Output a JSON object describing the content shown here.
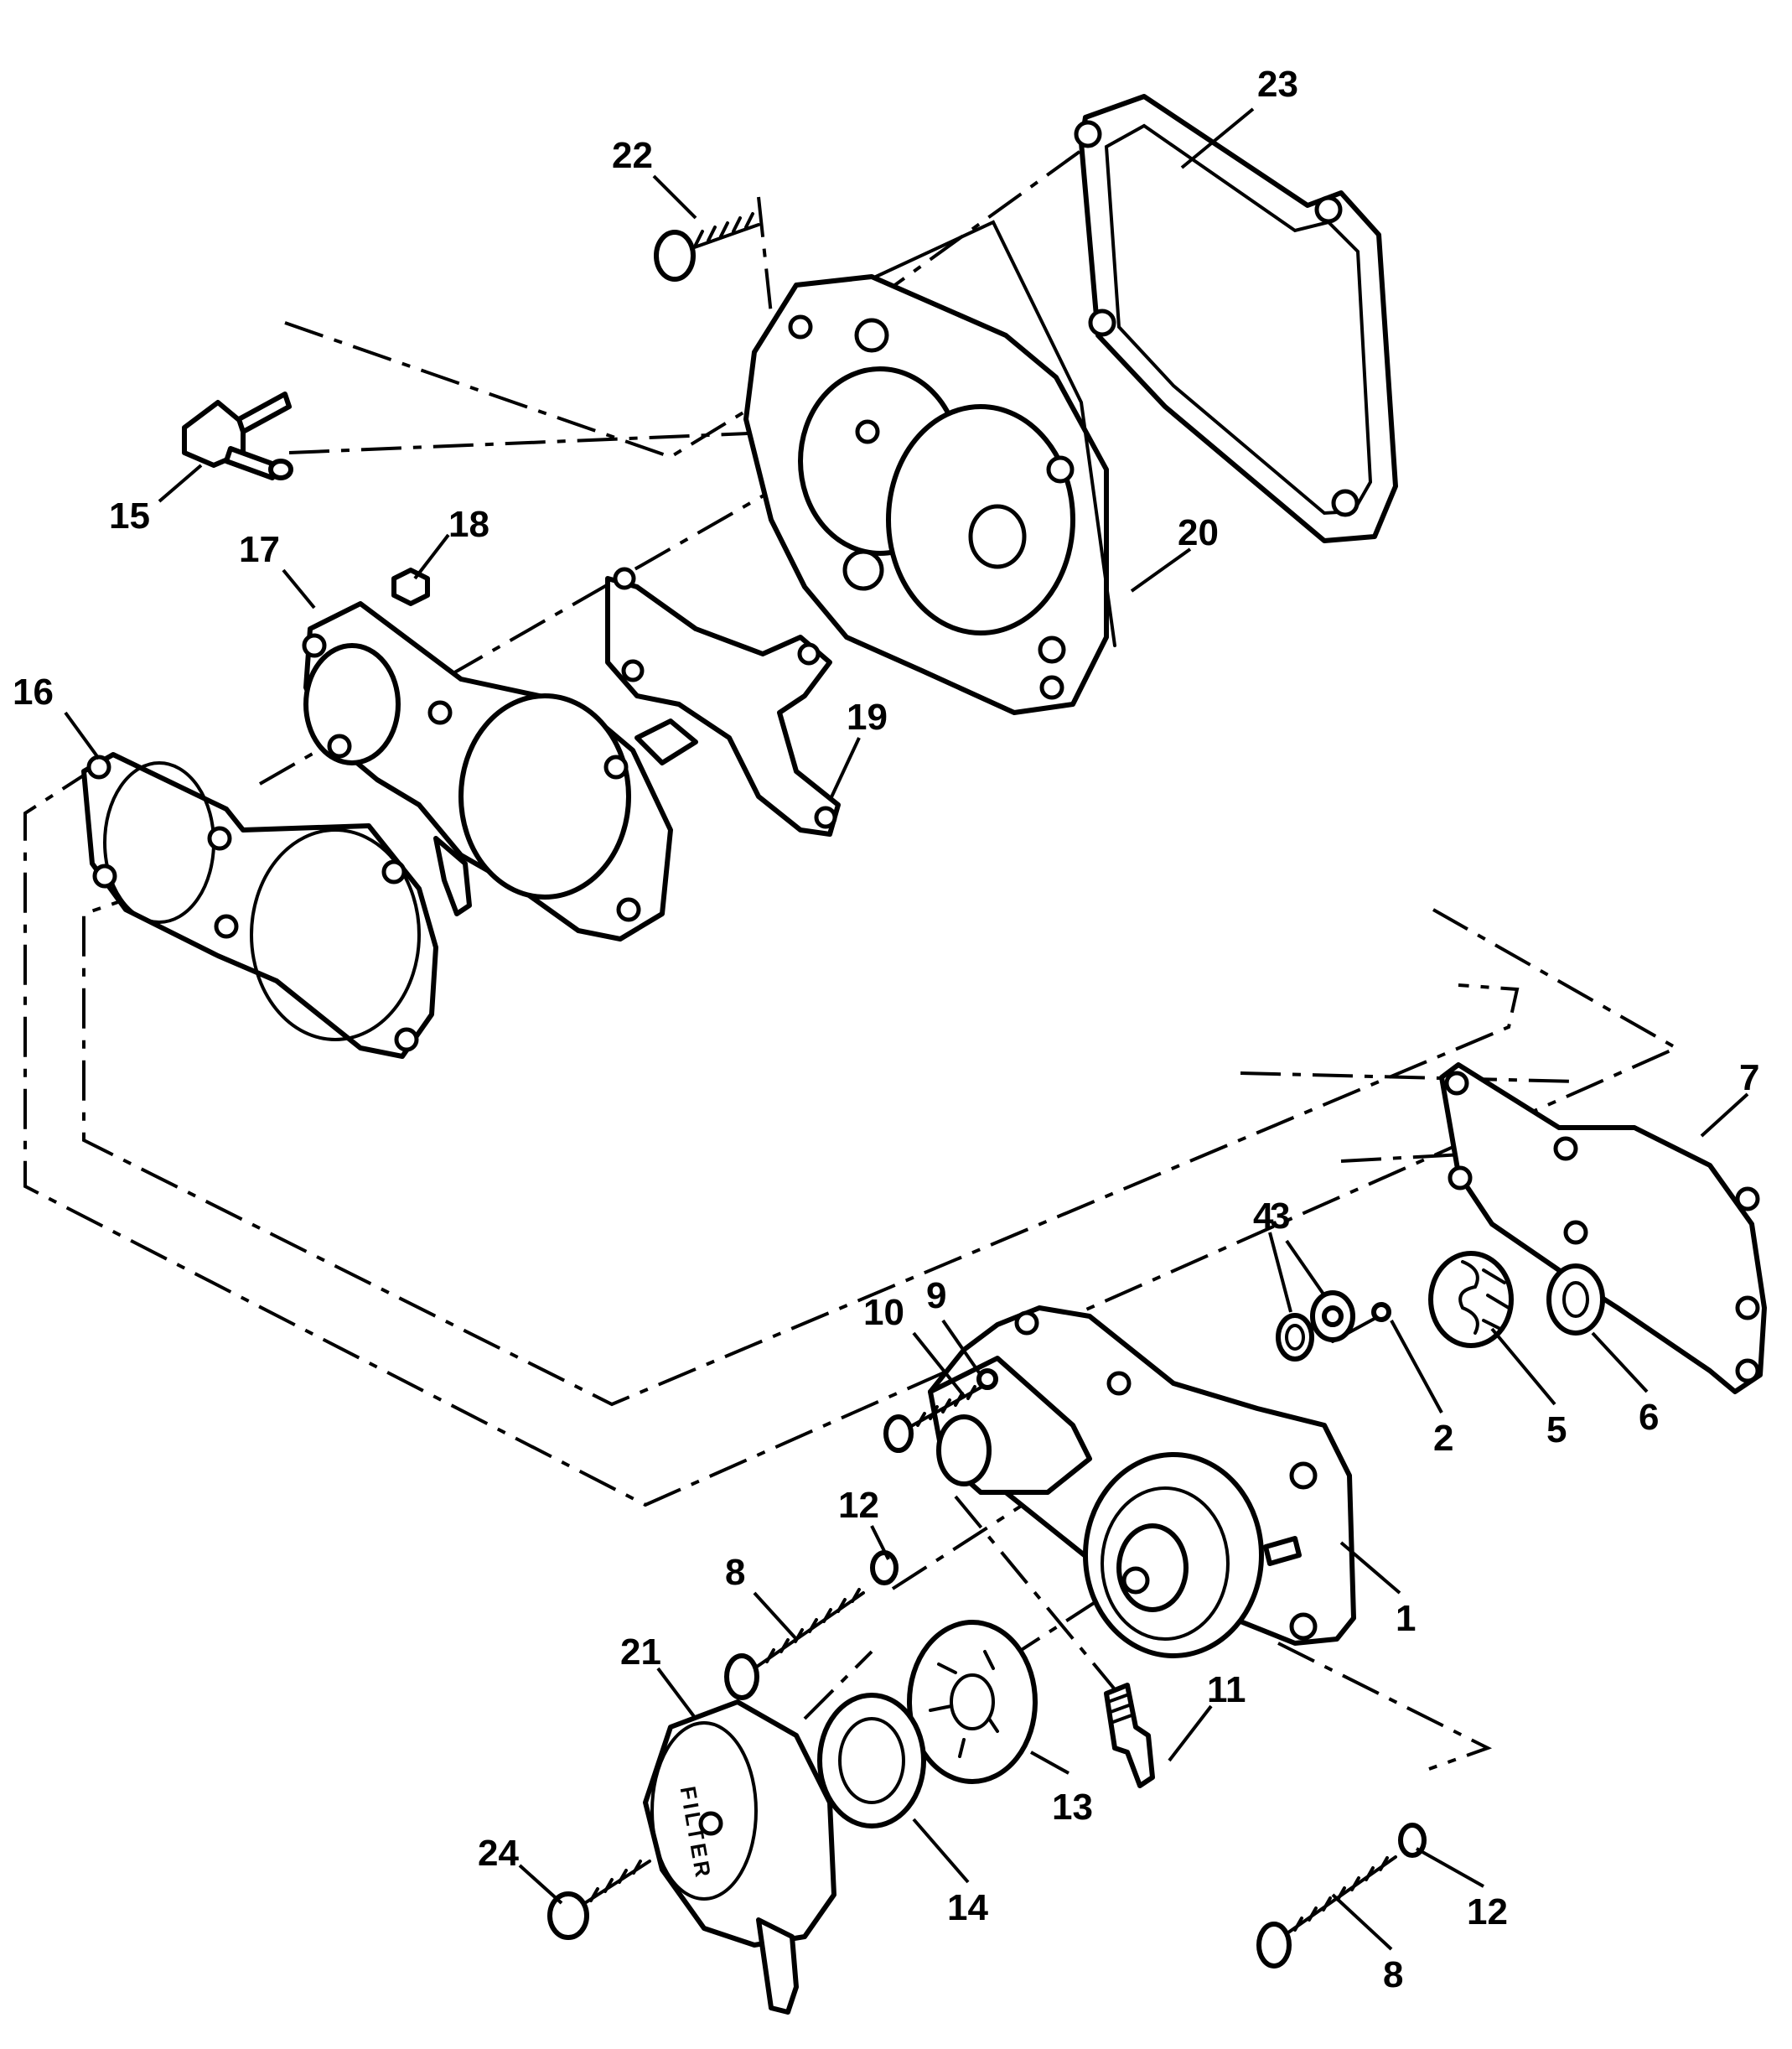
{
  "callouts": {
    "c1": "1",
    "c2": "2",
    "c3": "3",
    "c4": "4",
    "c5": "5",
    "c6": "6",
    "c7": "7",
    "c8a": "8",
    "c8b": "8",
    "c9": "9",
    "c10": "10",
    "c11": "11",
    "c12a": "12",
    "c12b": "12",
    "c13": "13",
    "c14": "14",
    "c15": "15",
    "c16": "16",
    "c17": "17",
    "c18": "18",
    "c19": "19",
    "c20": "20",
    "c21": "21",
    "c22": "22",
    "c23": "23",
    "c24": "24"
  },
  "filter_cover_text": "FILTER"
}
